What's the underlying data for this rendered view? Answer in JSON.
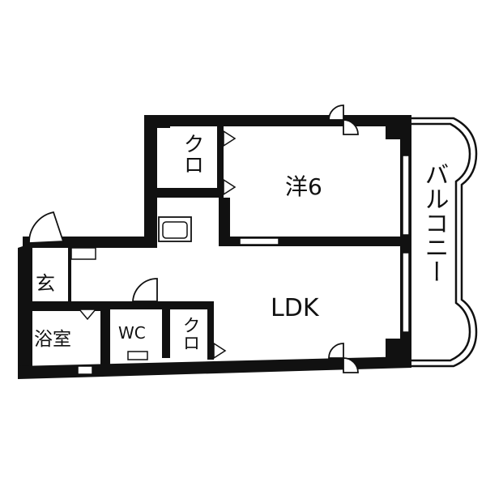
{
  "rooms": {
    "western_room": "洋6",
    "ldk": "LDK",
    "closet_upper": "クロ",
    "closet_lower": "クロ",
    "entrance": "玄",
    "bathroom": "浴室",
    "toilet": "WC",
    "balcony": "バルコニー"
  },
  "colors": {
    "wall": "#111111",
    "background": "#ffffff",
    "fixture_stroke": "#111111"
  }
}
